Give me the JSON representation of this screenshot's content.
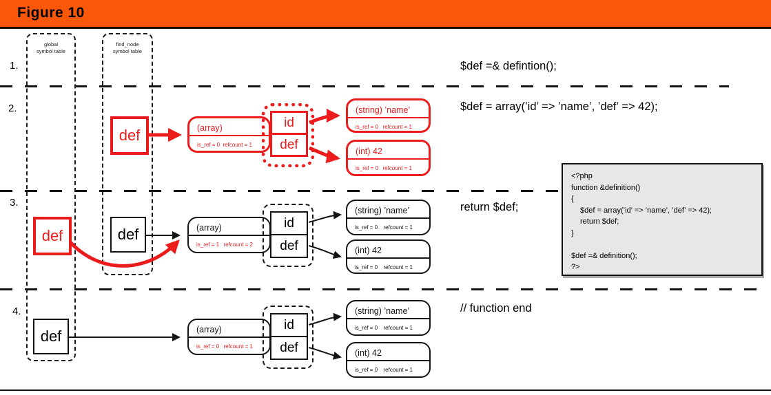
{
  "figure": {
    "title": "Figure 10"
  },
  "colors": {
    "accent_red": "#ed1c1c",
    "header_orange": "#fb5708",
    "code_bg": "#e7e7e7"
  },
  "columns": {
    "global": {
      "line1": "global",
      "line2": "symbol table"
    },
    "find_node": {
      "line1": "find_node",
      "line2": "symbol table"
    }
  },
  "steps": {
    "step1": {
      "num": "1.",
      "statement": "$def =& defintion();"
    },
    "step2": {
      "num": "2.",
      "statement": "$def = array(’id’ => ’name’, ’def’ => 42);",
      "local_symbol": "def",
      "array": {
        "title": "(array)",
        "is_ref": "is_ref = 0",
        "refcount": "refcount = 1"
      },
      "hash": {
        "key_id": "id",
        "key_def": "def"
      },
      "string_zval": {
        "title": "(string) ’name’",
        "is_ref": "is_ref = 0",
        "refcount": "refcount = 1"
      },
      "int_zval": {
        "title": "(int) 42",
        "is_ref": "is_ref = 0",
        "refcount": "refcount = 1"
      }
    },
    "step3": {
      "num": "3.",
      "statement": "return $def;",
      "global_symbol": "def",
      "local_symbol": "def",
      "array": {
        "title": "(array)",
        "is_ref": "is_ref = 1",
        "refcount": "refcount = 2"
      },
      "hash": {
        "key_id": "id",
        "key_def": "def"
      },
      "string_zval": {
        "title": "(string) ’name’",
        "is_ref": "is_ref = 0",
        "refcount": "refcount = 1"
      },
      "int_zval": {
        "title": "(int) 42",
        "is_ref": "is_ref = 0",
        "refcount": "refcount = 1"
      }
    },
    "step4": {
      "num": "4.",
      "statement": "// function end",
      "global_symbol": "def",
      "array": {
        "title": "(array)",
        "is_ref": "is_ref = 0",
        "refcount": "refcount = 1"
      },
      "hash": {
        "key_id": "id",
        "key_def": "def"
      },
      "string_zval": {
        "title": "(string) ’name’",
        "is_ref": "is_ref = 0",
        "refcount": "refcount = 1"
      },
      "int_zval": {
        "title": "(int) 42",
        "is_ref": "is_ref = 0",
        "refcount": "refcount = 1"
      }
    }
  },
  "code_box": {
    "lines": [
      "<?php",
      "function &definition()",
      "{",
      "$def = array(’id’ => ’name’, ’def’ => 42);",
      "return $def;",
      "}",
      "",
      "$def =& definition();",
      "?>"
    ]
  }
}
